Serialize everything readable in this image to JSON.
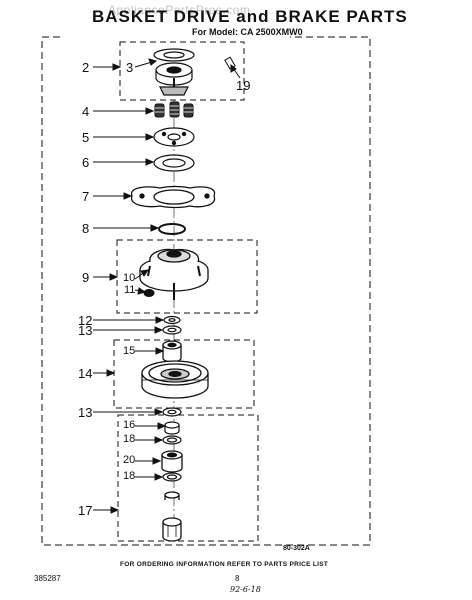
{
  "header": {
    "title": "BASKET DRIVE and BRAKE PARTS",
    "model_line": "For Model: CA 2500XMW0",
    "watermark": "AppliancePartsPros.com"
  },
  "callouts": [
    {
      "id": "2",
      "label": "2"
    },
    {
      "id": "3",
      "label": "3"
    },
    {
      "id": "19",
      "label": "19"
    },
    {
      "id": "4",
      "label": "4"
    },
    {
      "id": "5",
      "label": "5"
    },
    {
      "id": "6",
      "label": "6"
    },
    {
      "id": "7",
      "label": "7"
    },
    {
      "id": "8",
      "label": "8"
    },
    {
      "id": "9",
      "label": "9"
    },
    {
      "id": "10",
      "label": "10"
    },
    {
      "id": "11",
      "label": "11"
    },
    {
      "id": "12",
      "label": "12"
    },
    {
      "id": "13a",
      "label": "13"
    },
    {
      "id": "15",
      "label": "15"
    },
    {
      "id": "14",
      "label": "14"
    },
    {
      "id": "13b",
      "label": "13"
    },
    {
      "id": "16",
      "label": "16"
    },
    {
      "id": "18a",
      "label": "18"
    },
    {
      "id": "20",
      "label": "20"
    },
    {
      "id": "18b",
      "label": "18"
    },
    {
      "id": "17",
      "label": "17"
    }
  ],
  "footer": {
    "figure_code": "80-302A",
    "note": "FOR ORDERING INFORMATION REFER TO PARTS PRICE LIST",
    "part_number": "385287",
    "page_number": "8",
    "date_code": "92-6-18"
  }
}
